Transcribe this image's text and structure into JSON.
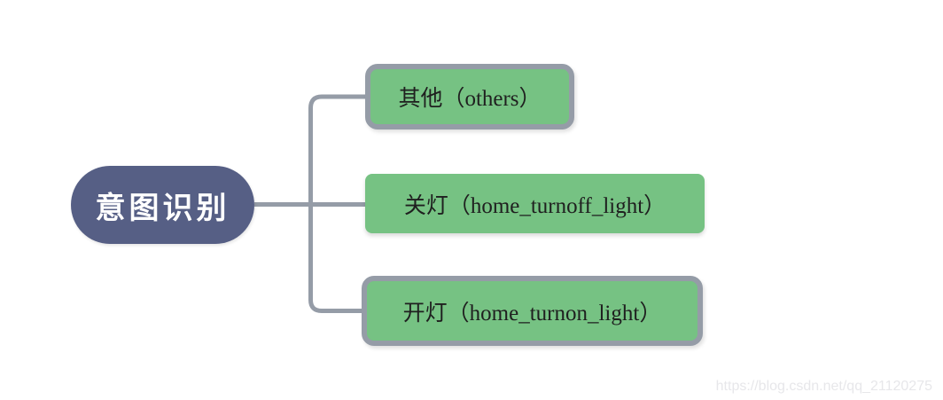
{
  "diagram": {
    "root": {
      "label": "意图识别"
    },
    "nodes": [
      {
        "label": "其他（others）"
      },
      {
        "label": "关灯（home_turnoff_light）"
      },
      {
        "label": "开灯（home_turnon_light）"
      }
    ],
    "watermark": "https://blog.csdn.net/qq_21120275",
    "colors": {
      "root_fill": "#565f85",
      "node_fill": "#76c283",
      "border": "#959ca7",
      "connector": "#959ca7",
      "text": "#1f1f1f",
      "root_text": "#ffffff",
      "watermark": "#e7e7ea"
    }
  }
}
